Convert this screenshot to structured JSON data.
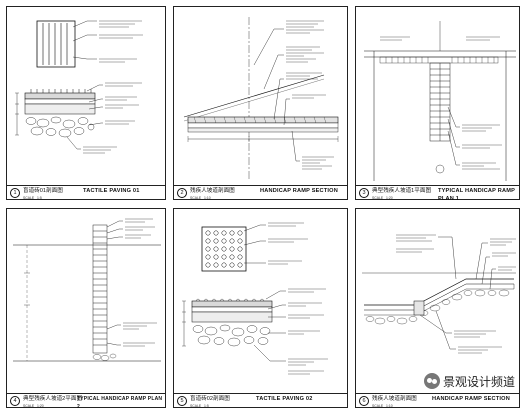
{
  "panels": [
    {
      "num": "1",
      "cn": "盲道砖01剖面图",
      "en": "TACTILE PAVING 01",
      "scale_label": "SCALE",
      "scale": "1:5"
    },
    {
      "num": "2",
      "cn": "残疾人坡道剖面图",
      "en": "HANDICAP RAMP SECTION",
      "scale_label": "SCALE",
      "scale": "1:10"
    },
    {
      "num": "3",
      "cn": "典型残疾人坡道1平面图",
      "en": "TYPICAL HANDICAP RAMP PLAN 1",
      "scale_label": "SCALE",
      "scale": "1:20"
    },
    {
      "num": "4",
      "cn": "典型残疾人坡道2平面图",
      "en": "TYPICAL HANDICAP RAMP PLAN 2",
      "scale_label": "SCALE",
      "scale": "1:20"
    },
    {
      "num": "5",
      "cn": "盲道砖02剖面图",
      "en": "TACTILE PAVING 02",
      "scale_label": "SCALE",
      "scale": "1:5"
    },
    {
      "num": "6",
      "cn": "残疾人坡道剖面图",
      "en": "HANDICAP RAMP SECTION",
      "scale_label": "SCALE",
      "scale": "1:10"
    }
  ],
  "watermark": {
    "text": "景观设计频道"
  }
}
